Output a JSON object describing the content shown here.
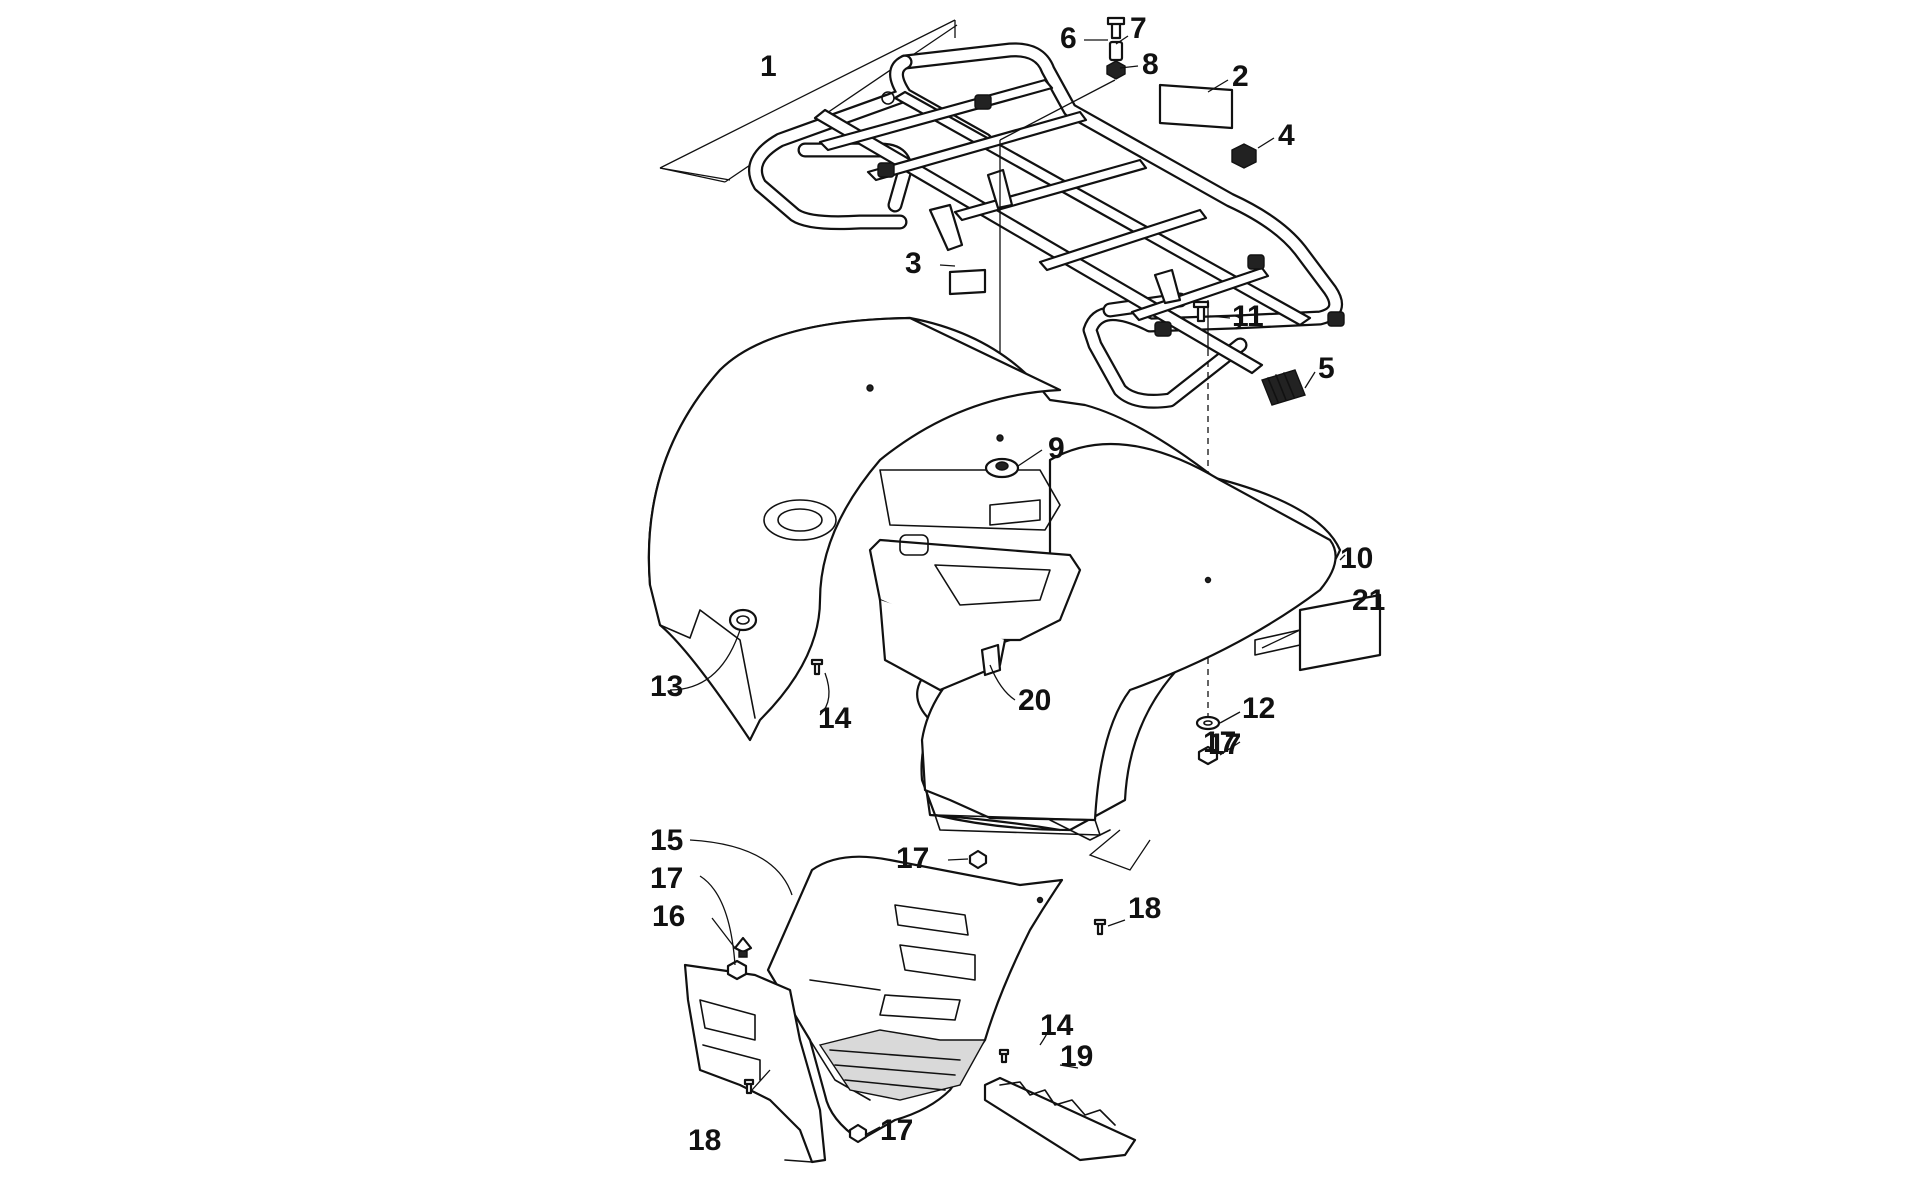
{
  "callouts": [
    {
      "id": "1",
      "text": "1"
    },
    {
      "id": "2",
      "text": "2"
    },
    {
      "id": "3",
      "text": "3"
    },
    {
      "id": "4",
      "text": "4"
    },
    {
      "id": "5",
      "text": "5"
    },
    {
      "id": "6",
      "text": "6"
    },
    {
      "id": "7",
      "text": "7"
    },
    {
      "id": "8",
      "text": "8"
    },
    {
      "id": "9",
      "text": "9"
    },
    {
      "id": "10",
      "text": "10"
    },
    {
      "id": "11",
      "text": "11"
    },
    {
      "id": "12",
      "text": "12"
    },
    {
      "id": "13",
      "text": "13"
    },
    {
      "id": "14a",
      "text": "14"
    },
    {
      "id": "14b",
      "text": "14"
    },
    {
      "id": "15",
      "text": "15"
    },
    {
      "id": "16",
      "text": "16"
    },
    {
      "id": "17a",
      "text": "17"
    },
    {
      "id": "17b",
      "text": "17"
    },
    {
      "id": "17c",
      "text": "17"
    },
    {
      "id": "17d",
      "text": "17"
    },
    {
      "id": "18a",
      "text": "18"
    },
    {
      "id": "18b",
      "text": "18"
    },
    {
      "id": "19",
      "text": "19"
    },
    {
      "id": "20",
      "text": "20"
    },
    {
      "id": "21",
      "text": "21"
    }
  ]
}
